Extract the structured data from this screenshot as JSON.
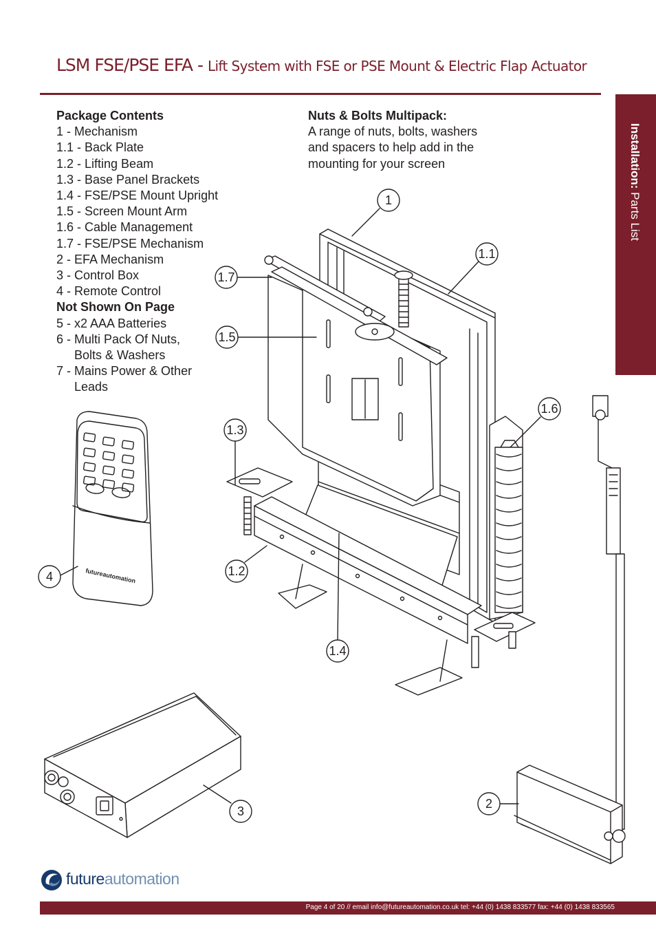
{
  "header": {
    "title_main": "LSM FSE/PSE EFA - ",
    "title_sub": "Lift System with FSE or PSE Mount & Electric Flap Actuator"
  },
  "side_tab": {
    "section_bold": "Installation:",
    "section_rest": " Parts List"
  },
  "contents": {
    "heading": "Package Contents",
    "items": [
      "1 - Mechanism",
      "1.1 - Back Plate",
      "1.2 - Lifting Beam",
      "1.3 - Base Panel Brackets",
      "1.4 - FSE/PSE Mount Upright",
      "1.5 - Screen Mount Arm",
      "1.6 - Cable Management",
      "1.7 - FSE/PSE Mechanism",
      "2 - EFA Mechanism",
      "3 - Control Box",
      "4 - Remote Control"
    ],
    "not_shown_heading": "Not Shown On Page",
    "not_shown": [
      {
        "line1": "5 - x2 AAA Batteries",
        "line2": ""
      },
      {
        "line1": "6 - Multi Pack Of Nuts,",
        "line2": "Bolts & Washers"
      },
      {
        "line1": "7 - Mains Power & Other",
        "line2": "Leads"
      }
    ]
  },
  "nuts": {
    "heading": "Nuts & Bolts Multipack:",
    "lines": [
      "A range of nuts, bolts, washers",
      "and spacers to help add in the",
      "mounting for your screen"
    ]
  },
  "callouts": [
    "1",
    "1.1",
    "1.7",
    "1.5",
    "1.6",
    "1.3",
    "1.2",
    "1.4",
    "4",
    "3",
    "2"
  ],
  "remote_brand": "futureautomation",
  "logo": {
    "word_bold": "future",
    "word_light": "automation"
  },
  "footer": {
    "text": "Page 4 of 20 // email info@futureautomation.co.uk  tel: +44 (0) 1438 833577  fax: +44 (0) 1438 833565"
  }
}
